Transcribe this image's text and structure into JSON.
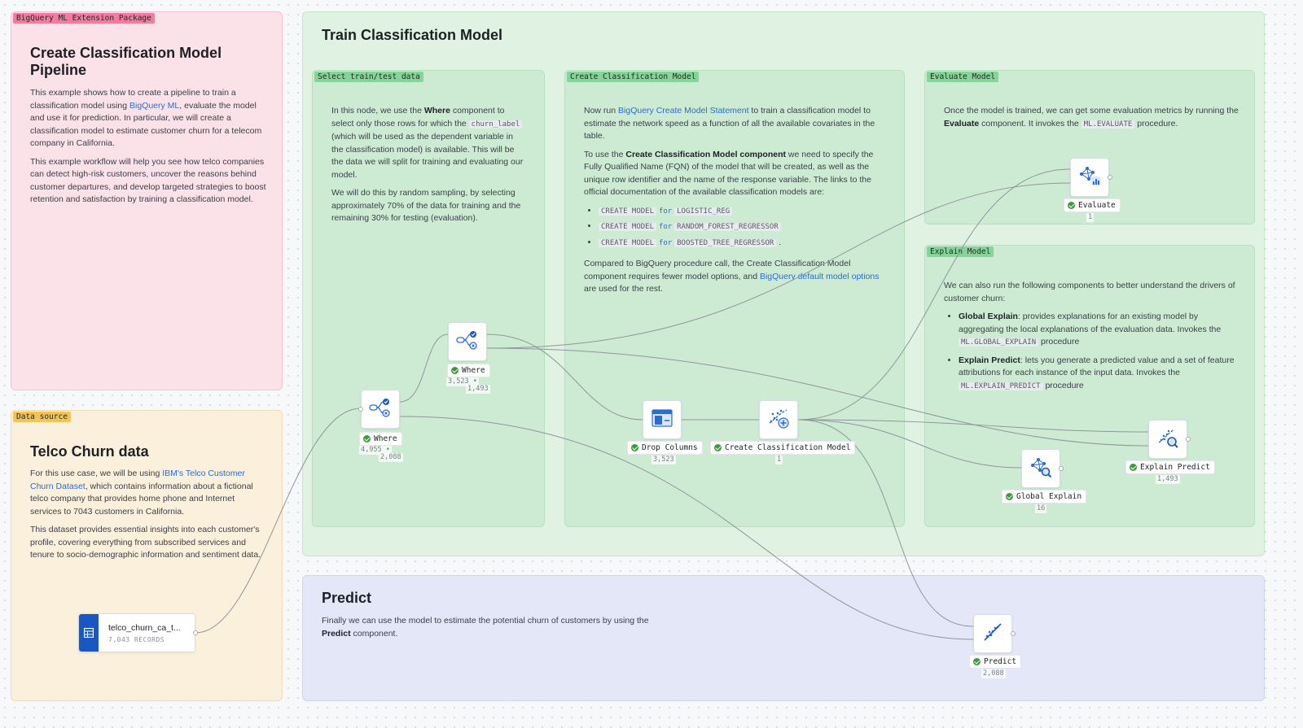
{
  "groups": {
    "intro": {
      "tag": "BigQuery ML Extension Package",
      "title": "Create Classification Model Pipeline",
      "p1_a": "This example shows how to create a pipeline to train a classification model using ",
      "p1_link": "BigQuery ML",
      "p1_b": ", evaluate the model and use it for prediction. In particular, we will create a classification model to estimate customer churn for a telecom company in California.",
      "p2": "This example workflow will help you see how telco companies can detect high-risk customers, uncover the reasons behind customer departures, and develop targeted strategies to boost retention and satisfaction by training a classification model."
    },
    "datasource": {
      "tag": "Data source",
      "title": "Telco Churn data",
      "p1_a": "For this use case, we will be using ",
      "p1_link": "IBM's Telco Customer Churn Dataset",
      "p1_b": ", which contains information about a fictional telco company that provides home phone and Internet services to 7043 customers in California.",
      "p2": "This dataset provides essential insights into each customer's profile, covering everything from subscribed services and tenure to socio-demographic information and sentiment data."
    },
    "train": {
      "title": "Train Classification Model"
    },
    "select": {
      "tag": "Select train/test data",
      "p1_a": "In this node, we use the ",
      "p1_b": "Where",
      "p1_c": " component to select only those rows for which the ",
      "p1_code": "churn_label",
      "p1_d": " (which will be used as the dependent variable in the classification model) is available. This will be the data we will split for training and evaluating our model.",
      "p2": "We will do this by random sampling, by selecting approximately 70% of the data for training and the remaining 30% for testing (evaluation)."
    },
    "create": {
      "tag": "Create Classification Model",
      "p1_a": "Now run ",
      "p1_link": "BigQuery Create Model Statement",
      "p1_b": " to train a classification model to estimate the network speed as a function of all the available covariates in the table.",
      "p2_a": "To use the ",
      "p2_b": "Create Classification Model component",
      "p2_c": " we need to specify the Fully Qualified Name (FQN) of the model that will be created, as well as the unique row identifier and the name of the response variable. The links to the official documentation of the available classification models are:",
      "code_create": "CREATE MODEL",
      "code_for": "for",
      "models": [
        "LOGISTIC_REG",
        "RANDOM_FOREST_REGRESSOR",
        "BOOSTED_TREE_REGRESSOR"
      ],
      "list_end": ".",
      "p3_a": "Compared to BigQuery procedure call, the Create Classification Model component requires fewer model options, and ",
      "p3_link": "BigQuery default model options",
      "p3_b": " are used for the rest."
    },
    "evaluate": {
      "tag": "Evaluate Model",
      "p1_a": "Once the model is trained, we can get some evaluation metrics by running the ",
      "p1_b": "Evaluate",
      "p1_c": " component. It invokes the ",
      "p1_code": "ML.EVALUATE",
      "p1_d": " procedure."
    },
    "explain": {
      "tag": "Explain Model",
      "p1": "We can also run the following components to better understand the drivers of customer churn:",
      "i1_b": "Global Explain",
      "i1_a": ": provides explanations for an existing model by aggregating the local explanations of the evaluation data. Invokes the ",
      "i1_code": "ML.GLOBAL_EXPLAIN",
      "i1_c": " procedure",
      "i2_b": "Explain Predict",
      "i2_a": ": lets you generate a predicted value and a set of feature attributions for each instance of the input data. Invokes the ",
      "i2_code": "ML.EXPLAIN_PREDICT",
      "i2_c": " procedure"
    },
    "predict": {
      "title": "Predict",
      "p1_a": "Finally we can use the model to estimate the potential churn of customers by using the ",
      "p1_b": "Predict",
      "p1_c": " component."
    }
  },
  "nodes": {
    "source": {
      "name": "telco_churn_ca_t...",
      "records": "7,043 RECORDS",
      "icon": "table-icon"
    },
    "where1": {
      "label": "Where",
      "count_a": "4,955 •",
      "count_b": "2,088",
      "icon": "filter-split-icon"
    },
    "where2": {
      "label": "Where",
      "count_a": "3,523 •",
      "count_b": "1,493",
      "icon": "filter-split-icon"
    },
    "drop": {
      "label": "Drop Columns",
      "count": "3,523",
      "icon": "table-columns-icon"
    },
    "create": {
      "label": "Create Classification Model",
      "count": "1",
      "icon": "model-create-icon"
    },
    "evaluate": {
      "label": "Evaluate",
      "count": "1",
      "icon": "network-chart-icon"
    },
    "explain_predict": {
      "label": "Explain Predict",
      "count": "1,493",
      "icon": "scatter-search-icon"
    },
    "global_explain": {
      "label": "Global Explain",
      "count": "16",
      "icon": "network-search-icon"
    },
    "predict": {
      "label": "Predict",
      "count": "2,088",
      "icon": "scatter-line-icon"
    }
  },
  "colors": {
    "intro_bg": "#fbe1e8",
    "intro_tag": "#f47aa0",
    "source_bg": "#fbf0dc",
    "source_tag": "#f3c35a",
    "train_bg": "#e0f2e1",
    "sub_bg": "#cdebd3",
    "sub_tag": "#86d49a",
    "predict_bg": "#e3e7f7",
    "accent": "#2b6bd6",
    "ok": "#3c9a3c"
  }
}
